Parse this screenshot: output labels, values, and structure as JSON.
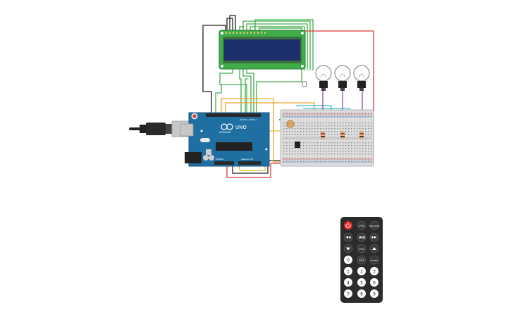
{
  "arduino": {
    "brand": "ARDUINO",
    "model": "UNO",
    "label_digital": "DIGITAL (PWM~)",
    "label_analog": "ANALOG IN",
    "label_power": "POWER"
  },
  "lcd": {
    "text_line1": "",
    "text_line2": ""
  },
  "remote": {
    "row1": [
      "power",
      "VOL+",
      "FUNC/STOP"
    ],
    "row2": [
      "rewind",
      "play/pause",
      "fast-forward"
    ],
    "row3": [
      "down",
      "VOL-",
      "up"
    ],
    "row4": [
      "0",
      "EQ",
      "ST/REPT"
    ],
    "digits": [
      "1",
      "2",
      "3",
      "4",
      "5",
      "6",
      "7",
      "8",
      "9"
    ],
    "labels": {
      "vol_up": "VOL",
      "vol_down": "VOL",
      "func": "FUNC STOP",
      "eq": "EQ",
      "st": "ST REPT",
      "zero": "0"
    }
  },
  "colors": {
    "board": "#1f6fa3",
    "wire_green": "#3fae49",
    "wire_red": "#d93a3a",
    "wire_black": "#222222",
    "wire_orange": "#f0a030",
    "wire_yellow": "#e8c02a",
    "wire_cyan": "#3fbfd0",
    "wire_purple": "#9b3fb0",
    "wire_blue": "#2f6fd8",
    "lcd_screen": "#1c2f6b",
    "breadboard": "#dcdcdc",
    "remote_body": "#2b2b2b",
    "power_button": "#e32b2b"
  }
}
